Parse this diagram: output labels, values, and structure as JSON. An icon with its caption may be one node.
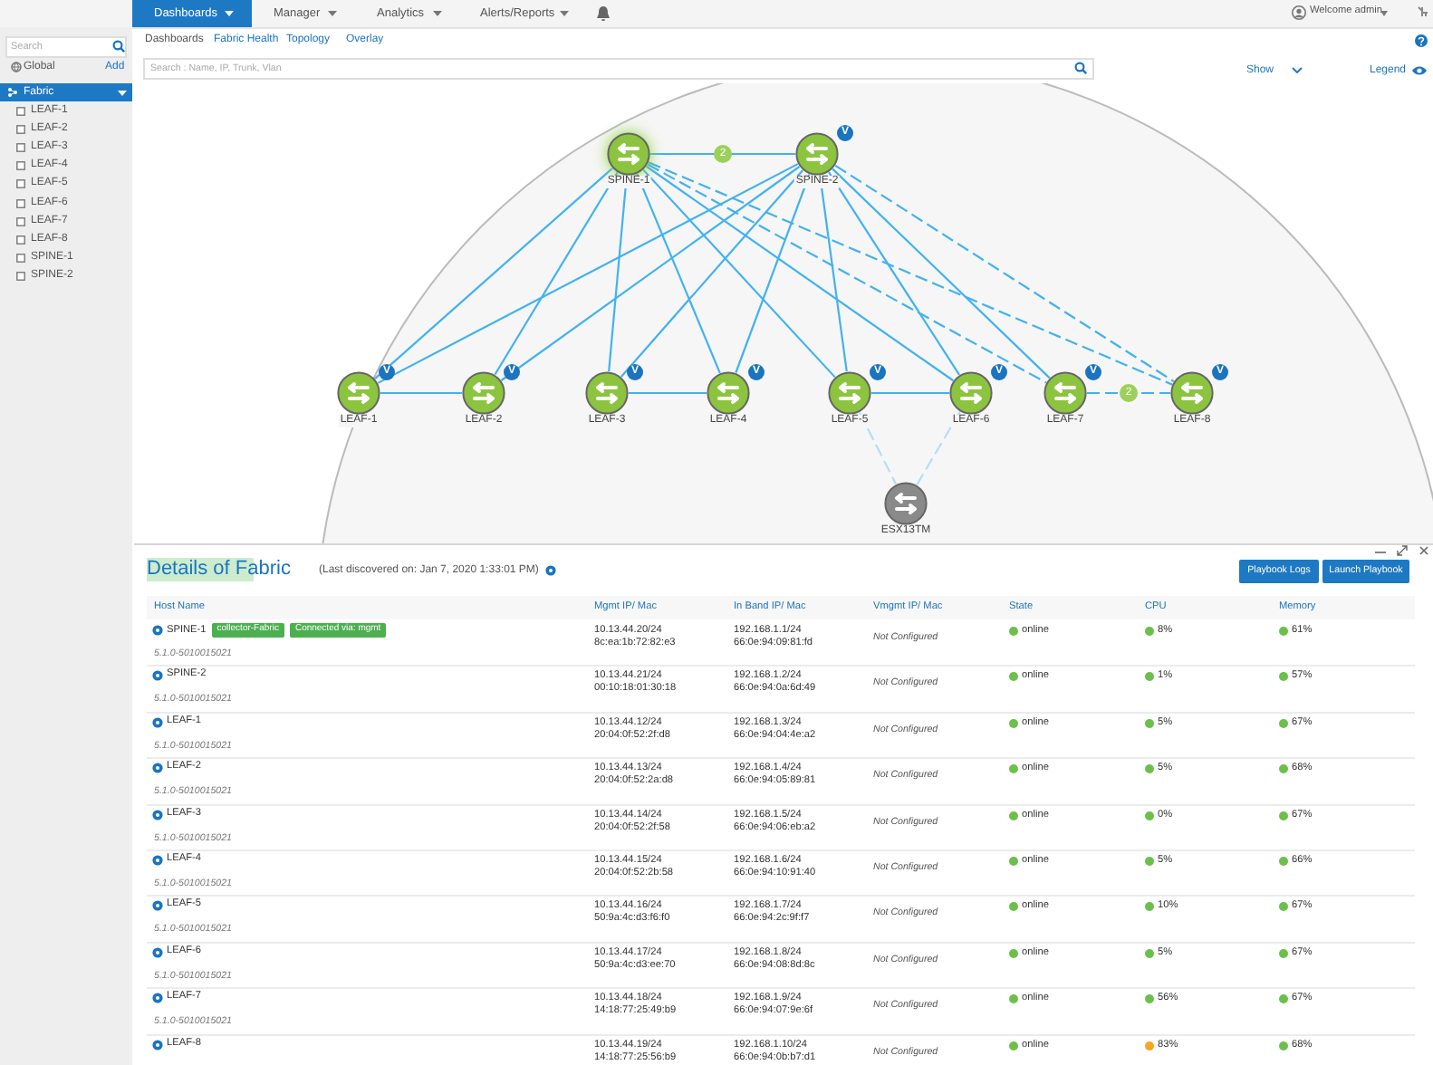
{
  "diagram": {
    "nodes": [
      {
        "text": [
          "SPINE-1"
        ]
      },
      {
        "text": [
          "SPINE-2",
          "V"
        ]
      },
      {
        "text": [
          "LEAF-1",
          "V"
        ]
      },
      {
        "text": [
          "LEAF-2",
          "V"
        ]
      },
      {
        "text": [
          "LEAF-3",
          "V"
        ]
      },
      {
        "text": [
          "LEAF-4",
          "V"
        ]
      },
      {
        "text": [
          "LEAF-5",
          "V"
        ]
      },
      {
        "text": [
          "LEAF-6",
          "V"
        ]
      },
      {
        "text": [
          "LEAF-7",
          "V"
        ]
      },
      {
        "text": [
          "LEAF-8",
          "V"
        ]
      },
      {
        "text": [
          "ESX13TM"
        ]
      }
    ],
    "edges": [
      {
        "from": 0,
        "to": 1,
        "arrow": "none",
        "label": "2"
      },
      {
        "from": 0,
        "to": 2,
        "arrow": "none"
      },
      {
        "from": 0,
        "to": 3,
        "arrow": "none"
      },
      {
        "from": 0,
        "to": 4,
        "arrow": "none"
      },
      {
        "from": 0,
        "to": 5,
        "arrow": "none"
      },
      {
        "from": 0,
        "to": 6,
        "arrow": "none"
      },
      {
        "from": 0,
        "to": 7,
        "arrow": "none"
      },
      {
        "from": 0,
        "to": 8,
        "arrow": "none",
        "style": "dashed"
      },
      {
        "from": 0,
        "to": 9,
        "arrow": "none",
        "style": "dashed"
      },
      {
        "from": 1,
        "to": 2,
        "arrow": "none"
      },
      {
        "from": 1,
        "to": 3,
        "arrow": "none"
      },
      {
        "from": 1,
        "to": 4,
        "arrow": "none"
      },
      {
        "from": 1,
        "to": 5,
        "arrow": "none"
      },
      {
        "from": 1,
        "to": 6,
        "arrow": "none"
      },
      {
        "from": 1,
        "to": 7,
        "arrow": "none"
      },
      {
        "from": 1,
        "to": 8,
        "arrow": "none"
      },
      {
        "from": 1,
        "to": 9,
        "arrow": "none",
        "style": "dashed"
      },
      {
        "from": 2,
        "to": 3,
        "arrow": "none"
      },
      {
        "from": 4,
        "to": 5,
        "arrow": "none"
      },
      {
        "from": 6,
        "to": 7,
        "arrow": "none"
      },
      {
        "from": 8,
        "to": 9,
        "arrow": "none",
        "style": "dashed",
        "label": "2"
      },
      {
        "from": 6,
        "to": 10,
        "arrow": "none",
        "style": "dashed",
        "color": "#b5def7"
      },
      {
        "from": 7,
        "to": 10,
        "arrow": "none",
        "style": "dashed",
        "color": "#b5def7"
      }
    ],
    "labels": [
      "Dashboards",
      "Manager",
      "Analytics",
      "Alerts/Reports",
      "Welcome admin",
      "Search",
      "Global",
      "Add",
      "Fabric",
      "LEAF-1",
      "LEAF-2",
      "LEAF-3",
      "LEAF-4",
      "LEAF-5",
      "LEAF-6",
      "LEAF-7",
      "LEAF-8",
      "SPINE-1",
      "SPINE-2",
      "Dashboards",
      "Fabric Health",
      "Topology",
      "Overlay",
      "Search : Name, IP, Trunk, Vlan",
      "Show",
      "Legend",
      "Details of Fabric",
      "(Last discovered on: Jan 7, 2020 1:33:01 PM)",
      "Playbook Logs",
      "Launch Playbook",
      "Host Name",
      "Mgmt IP/ Mac",
      "In Band IP/ Mac",
      "Vmgmt IP/ Mac",
      "State",
      "CPU",
      "Memory",
      "SPINE-1",
      "collector-Fabric",
      "Connected via: mgmt",
      "10.13.44.20/24",
      "8c:ea:1b:72:82:e3",
      "192.168.1.1/24",
      "66:0e:94:09:81:fd",
      "Not Configured",
      "online",
      "8%",
      "61%",
      "5.1.0-5010015021",
      "SPINE-2",
      "10.13.44.21/24",
      "00:10:18:01:30:18",
      "192.168.1.2/24",
      "66:0e:94:0a:6d:49",
      "Not Configured",
      "online",
      "1%",
      "57%",
      "5.1.0-5010015021",
      "LEAF-1",
      "10.13.44.12/24",
      "20:04:0f:52:2f:d8",
      "192.168.1.3/24",
      "66:0e:94:04:4e:a2",
      "Not Configured",
      "online",
      "5%",
      "67%",
      "5.1.0-5010015021",
      "LEAF-2",
      "10.13.44.13/24",
      "20:04:0f:52:2a:d8",
      "192.168.1.4/24",
      "66:0e:94:05:89:81",
      "Not Configured",
      "online",
      "5%",
      "68%",
      "5.1.0-5010015021",
      "LEAF-3",
      "10.13.44.14/24",
      "20:04:0f:52:2f:58",
      "192.168.1.5/24",
      "66:0e:94:06:eb:a2",
      "Not Configured",
      "online",
      "0%",
      "67%",
      "5.1.0-5010015021",
      "LEAF-4",
      "10.13.44.15/24",
      "20:04:0f:52:2b:58",
      "192.168.1.6/24",
      "66:0e:94:10:91:40",
      "Not Configured",
      "online",
      "5%",
      "66%",
      "5.1.0-5010015021",
      "LEAF-5",
      "10.13.44.16/24",
      "50:9a:4c:d3:f6:f0",
      "192.168.1.7/24",
      "66:0e:94:2c:9f:f7",
      "Not Configured",
      "online",
      "10%",
      "67%",
      "5.1.0-5010015021",
      "LEAF-6",
      "10.13.44.17/24",
      "50:9a:4c:d3:ee:70",
      "192.168.1.8/24",
      "66:0e:94:08:8d:8c",
      "Not Configured",
      "online",
      "5%",
      "67%",
      "5.1.0-5010015021",
      "LEAF-7",
      "10.13.44.18/24",
      "14:18:77:25:49:b9",
      "192.168.1.9/24",
      "66:0e:94:07:9e:6f",
      "Not Configured",
      "online",
      "56%",
      "67%",
      "5.1.0-5010015021",
      "LEAF-8",
      "10.13.44.19/24",
      "14:18:77:25:56:b9",
      "192.168.1.10/24",
      "66:0e:94:0b:b7:d1",
      "Not Configured",
      "online",
      "83%",
      "68%"
    ]
  }
}
